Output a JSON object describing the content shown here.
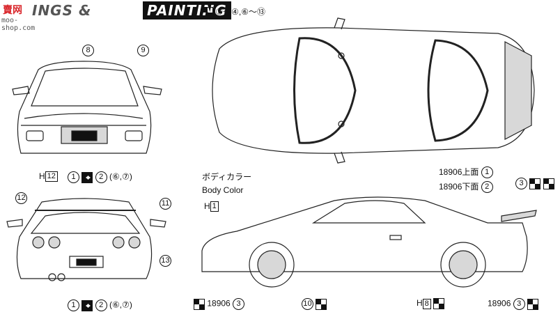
{
  "header": {
    "title_partial": "INGS &",
    "title_painting": "PAINTING"
  },
  "watermark": {
    "line1": "賣网",
    "line2": "moo-shop.com"
  },
  "top_view": {
    "star_note": "①～④,⑥～⑬"
  },
  "front_view": {
    "callout_8": "8",
    "callout_9": "9",
    "h_label": "H",
    "h_num": "12",
    "bottom_line": {
      "c1": "1",
      "c2": "2",
      "rest": "(⑥,⑦)"
    }
  },
  "rear_view": {
    "callout_12": "12",
    "callout_11": "11",
    "callout_13": "13",
    "bottom_line": {
      "c1": "1",
      "c2": "2",
      "rest": "(⑥,⑦)"
    }
  },
  "body_color": {
    "jp": "ボディカラー",
    "en": "Body Color",
    "h_label": "H",
    "h_num": "1"
  },
  "paint_codes": {
    "upper": {
      "code": "18906上面",
      "num": "1"
    },
    "lower": {
      "code": "18906下面",
      "num": "2"
    }
  },
  "side_view": {
    "callout_3": "3",
    "bottom_left": {
      "code": "18906",
      "num": "3"
    },
    "bottom_10": "10",
    "bottom_h": "H",
    "bottom_h_num": "8",
    "bottom_right": {
      "code": "18906",
      "num": "3"
    }
  },
  "colors": {
    "ink": "#111111",
    "watermark_red": "#d9262b"
  }
}
